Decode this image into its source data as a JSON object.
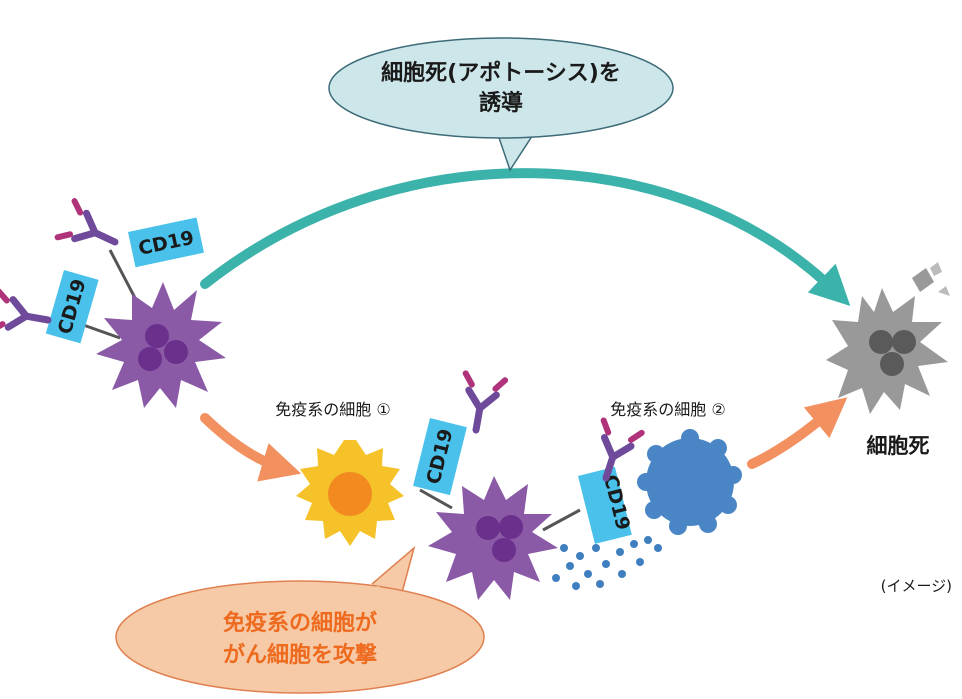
{
  "bubble_top": {
    "line1": "細胞死(アポトーシス)を",
    "line2": "誘導",
    "fill": "#cde6ea",
    "stroke": "#3d6b78",
    "text_color": "#1a1a1a"
  },
  "bubble_bottom": {
    "line1": "免疫系の細胞が",
    "line2": "がん細胞を攻撃",
    "fill": "#f6caa6",
    "stroke": "#e08050",
    "text_color": "#ee6a1e"
  },
  "flags": {
    "flag1": "CD19",
    "flag2": "CD19",
    "flag3": "CD19",
    "flag4": "CD19"
  },
  "labels": {
    "immune_cell_1": "免疫系の細胞 ①",
    "immune_cell_2": "免疫系の細胞 ②",
    "cell_death": "細胞死",
    "image_note": "(イメージ)"
  },
  "colors": {
    "teal_arrow": "#3bb3aa",
    "orange_arrow": "#f39060",
    "cancer_cell": "#8a5aa6",
    "cancer_nucleus": "#6b2f8c",
    "dead_cell": "#999999",
    "dead_nucleus": "#5a5a5a",
    "immune1_outer": "#f5c22a",
    "immune1_inner": "#f28a20",
    "immune2": "#4a86c5",
    "flag_fill": "#49c1eb",
    "antibody": "#6f4a9a",
    "antibody_tip": "#b0327a",
    "dots": "#3f7fc0"
  },
  "icons": {
    "cancer_cell": "spiky-cancer-cell-icon",
    "dead_cell": "dying-cell-icon",
    "immune_cell_1": "sun-shaped-immune-cell-icon",
    "immune_cell_2": "wavy-immune-cell-icon",
    "antibody": "y-shaped-antibody-icon"
  }
}
